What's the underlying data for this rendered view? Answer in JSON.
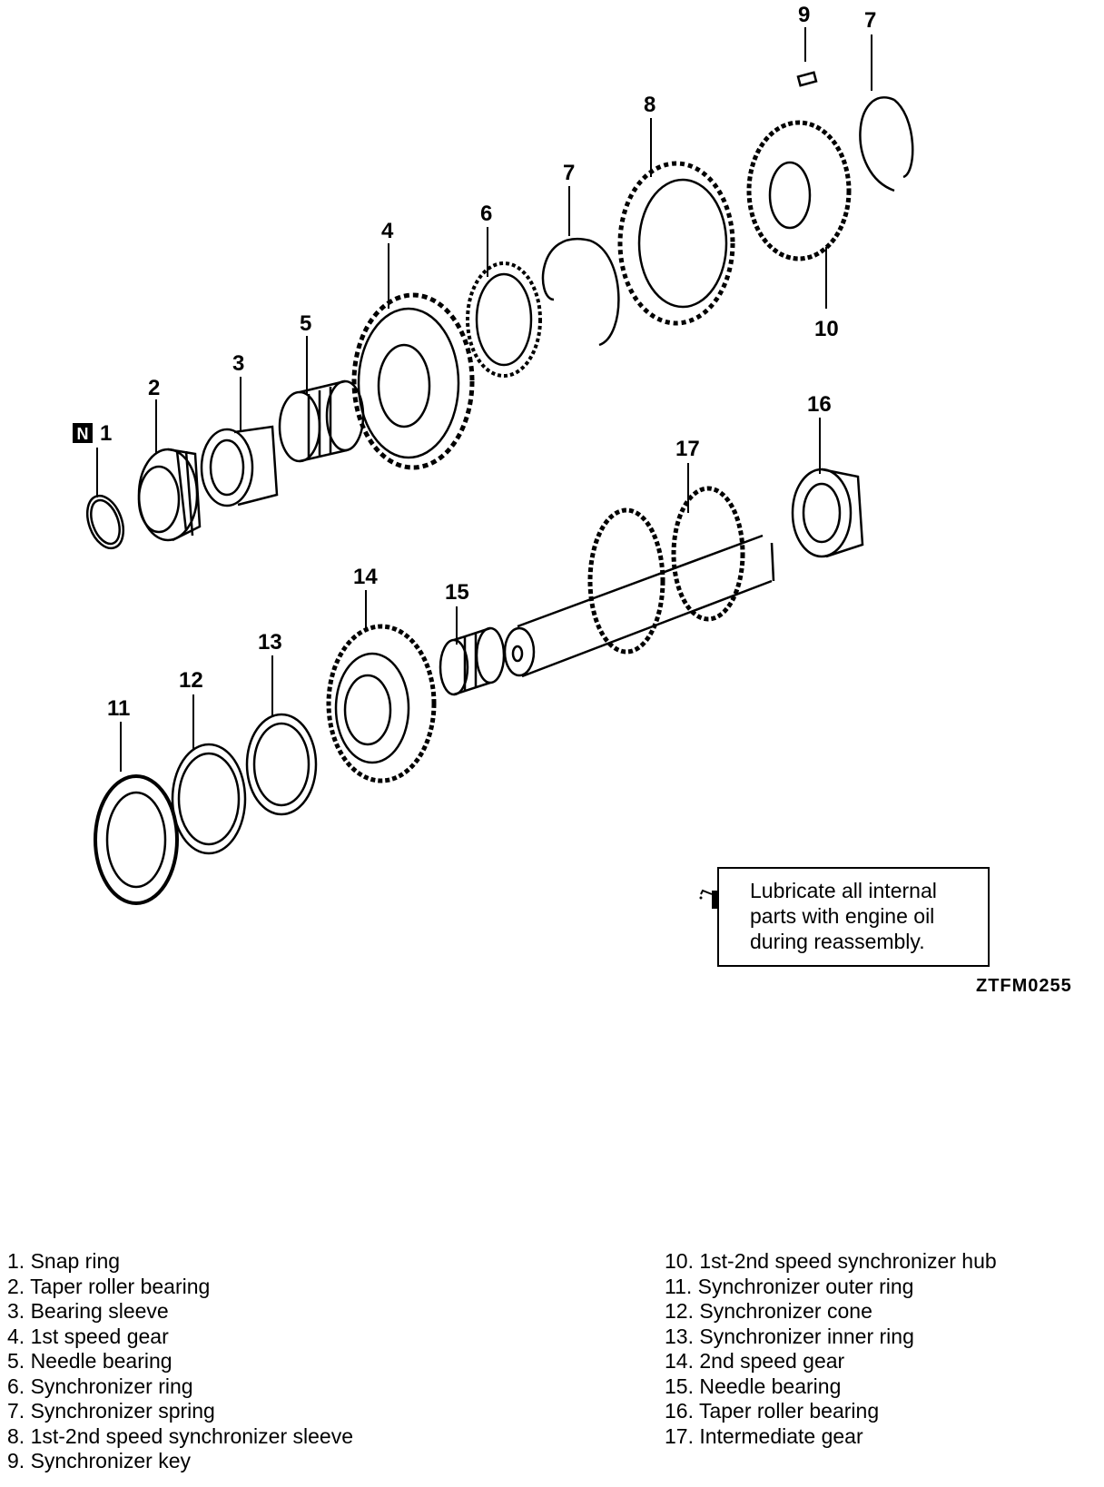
{
  "badge": "N",
  "callouts": [
    "1",
    "2",
    "3",
    "4",
    "5",
    "6",
    "7",
    "7",
    "8",
    "9",
    "10",
    "11",
    "12",
    "13",
    "14",
    "15",
    "16",
    "17"
  ],
  "note": {
    "line1": "Lubricate all internal",
    "line2": "parts with engine oil",
    "line3": "during reassembly."
  },
  "figure_code": "ZTFM0255",
  "legend_left": [
    "1. Snap ring",
    "2. Taper roller bearing",
    "3. Bearing sleeve",
    "4. 1st speed gear",
    "5. Needle bearing",
    "6. Synchronizer ring",
    "7. Synchronizer spring",
    "8. 1st-2nd speed synchronizer sleeve",
    "9. Synchronizer key"
  ],
  "legend_right": [
    "10. 1st-2nd speed synchronizer hub",
    "11. Synchronizer outer ring",
    "12. Synchronizer cone",
    "13. Synchronizer inner ring",
    "14. 2nd speed gear",
    "15. Needle bearing",
    "16. Taper roller bearing",
    "17. Intermediate gear"
  ]
}
